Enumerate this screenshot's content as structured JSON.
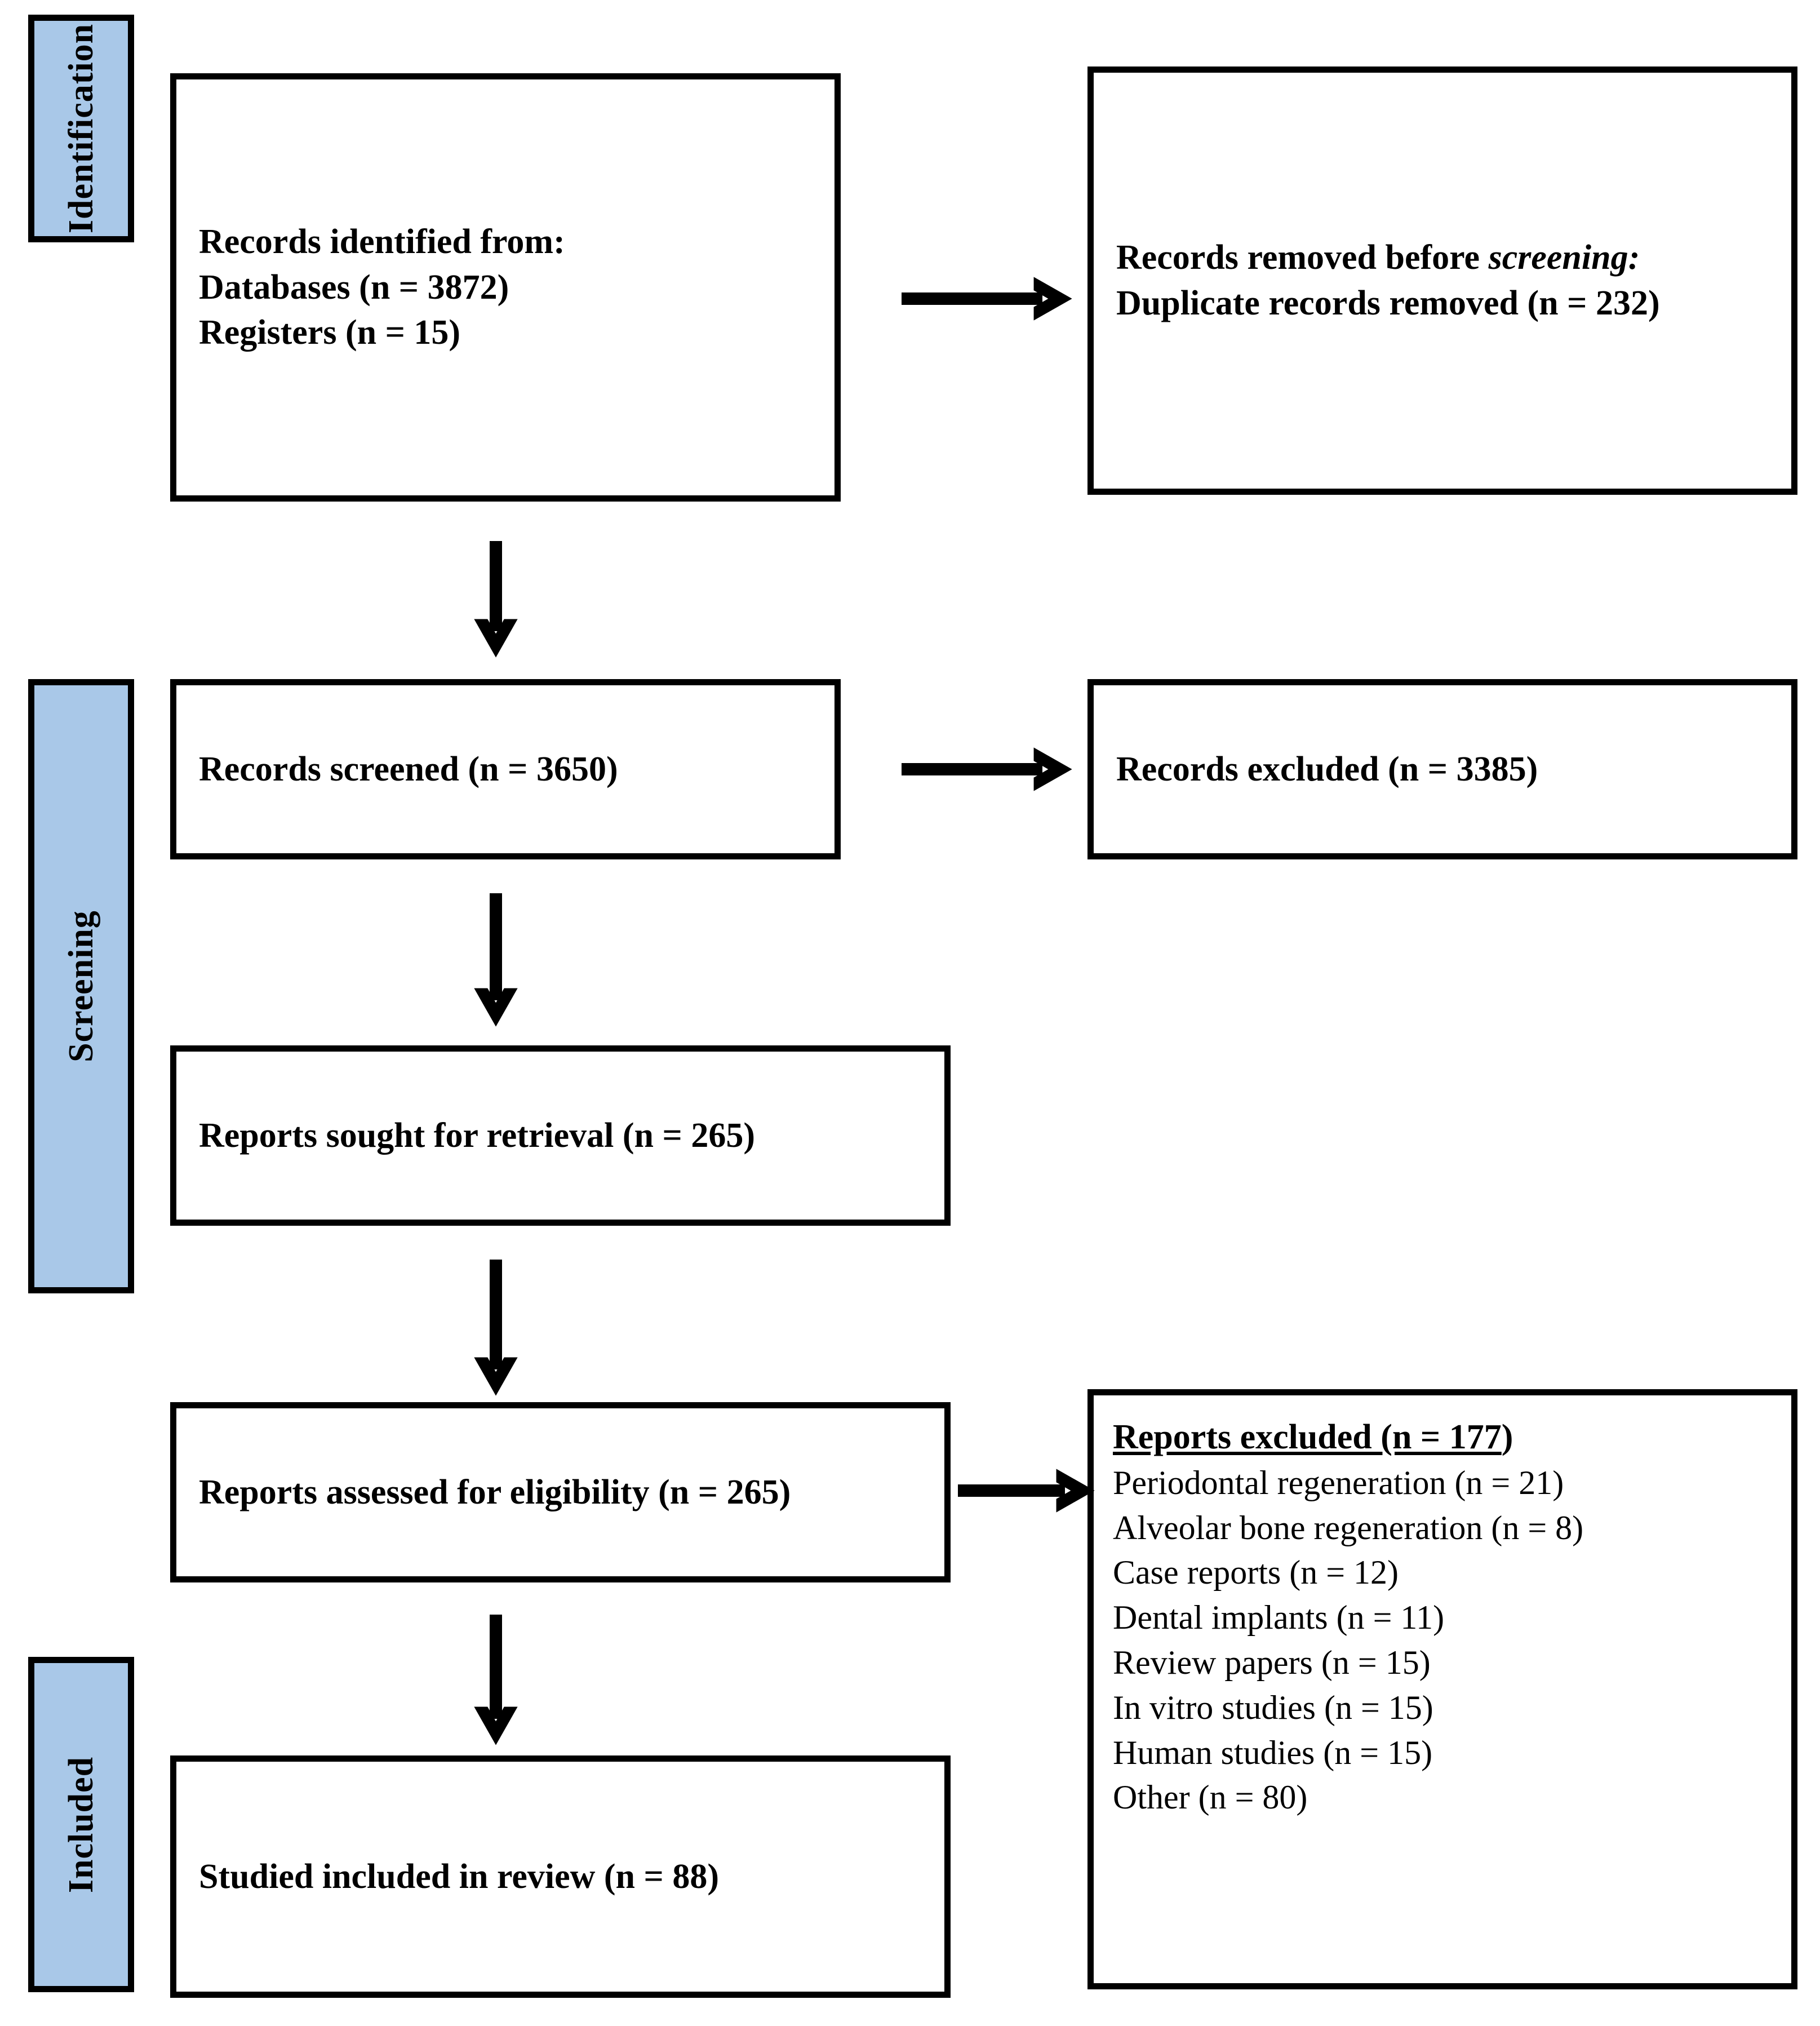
{
  "diagram": {
    "title": "PRISMA flow diagram",
    "accent_blue": "#a9c8e8",
    "line_color": "#000000",
    "background": "#ffffff"
  },
  "stages": [
    {
      "id": "identification",
      "label": "Identification"
    },
    {
      "id": "screening",
      "label": "Screening"
    },
    {
      "id": "included",
      "label": "Included"
    }
  ],
  "boxes": {
    "records_identified": {
      "lines": [
        "Records identified from:",
        "Databases (n = 3872)",
        "Registers (n = 15)"
      ]
    },
    "records_removed": {
      "line1_prefix": "Records removed before ",
      "line1_italic": "screening:",
      "line2": "Duplicate records removed (n = 232)"
    },
    "records_screened": {
      "line1": "Records screened (n = 3650)"
    },
    "records_excluded": {
      "line1": "Records excluded (n = 3385)"
    },
    "reports_sought": {
      "line1": "Reports sought for retrieval (n = 265)"
    },
    "reports_assessed": {
      "line1": "Reports assessed for eligibility (n = 265)"
    },
    "reports_excluded": {
      "heading_underlined": "Reports excluded (n = 177",
      "heading_tail": ")",
      "reasons": [
        "Periodontal regeneration (n = 21)",
        "Alveolar bone regeneration (n = 8)",
        "Case reports (n = 12)",
        "Dental implants (n = 11)",
        "Review papers (n = 15)",
        "In vitro studies (n = 15)",
        "Human studies (n = 15)",
        "Other (n = 80)"
      ]
    },
    "studies_included": {
      "line1": "Studied included in review (n = 88)"
    }
  },
  "arrows": [
    {
      "id": "identified-to-removed",
      "direction": "right"
    },
    {
      "id": "identified-to-screened",
      "direction": "down"
    },
    {
      "id": "screened-to-excluded",
      "direction": "right"
    },
    {
      "id": "screened-to-sought",
      "direction": "down"
    },
    {
      "id": "sought-to-assessed",
      "direction": "down"
    },
    {
      "id": "assessed-to-excluded",
      "direction": "right"
    },
    {
      "id": "assessed-to-included",
      "direction": "down"
    }
  ],
  "chart_data": {
    "type": "table",
    "title": "PRISMA 2020 flow of information through the review",
    "stages": [
      "Identification",
      "Screening",
      "Included"
    ],
    "nodes": [
      {
        "stage": "Identification",
        "label": "Records identified from: Databases",
        "n": 3872
      },
      {
        "stage": "Identification",
        "label": "Records identified from: Registers",
        "n": 15
      },
      {
        "stage": "Identification",
        "label": "Duplicate records removed before screening",
        "n": 232
      },
      {
        "stage": "Screening",
        "label": "Records screened",
        "n": 3650
      },
      {
        "stage": "Screening",
        "label": "Records excluded",
        "n": 3385
      },
      {
        "stage": "Screening",
        "label": "Reports sought for retrieval",
        "n": 265
      },
      {
        "stage": "Screening",
        "label": "Reports assessed for eligibility",
        "n": 265
      },
      {
        "stage": "Screening",
        "label": "Reports excluded (total)",
        "n": 177
      },
      {
        "stage": "Included",
        "label": "Studied included in review",
        "n": 88
      }
    ],
    "exclusion_reasons": {
      "categories": [
        "Periodontal regeneration",
        "Alveolar bone regeneration",
        "Case reports",
        "Dental implants",
        "Review papers",
        "In vitro studies",
        "Human studies",
        "Other"
      ],
      "values": [
        21,
        8,
        12,
        11,
        15,
        15,
        15,
        80
      ],
      "total": 177
    }
  }
}
